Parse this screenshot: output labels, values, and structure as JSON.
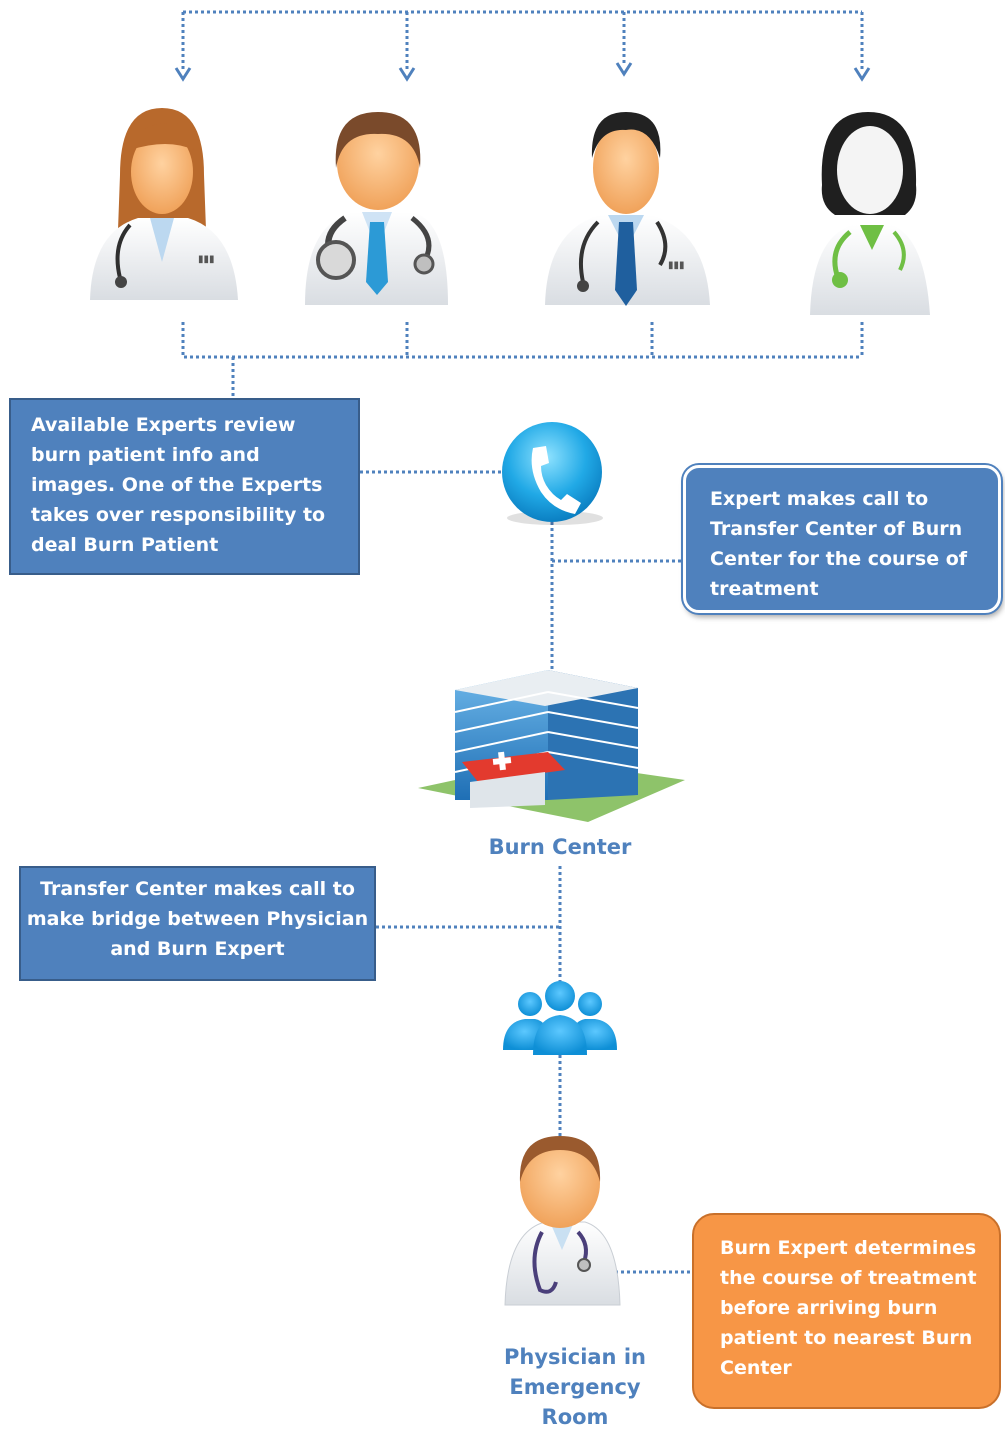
{
  "boxes": {
    "review": "Available Experts review burn patient info and images. One of the Experts takes over responsibility to deal Burn Patient",
    "call": "Expert makes call to Transfer Center of Burn Center for the course of treatment",
    "bridge": "Transfer Center makes call to make bridge between Physician and Burn Expert",
    "treatment": "Burn Expert determines the course of treatment before arriving burn patient to nearest Burn Center"
  },
  "labels": {
    "burn_center": "Burn Center",
    "physician": "Physician in Emergency Room"
  },
  "icons": [
    "female-doctor-icon",
    "male-doctor-stethoscope-icon",
    "male-doctor-tie-icon",
    "female-doctor-green-icon",
    "phone-icon",
    "hospital-building-icon",
    "group-icon",
    "physician-icon"
  ],
  "colors": {
    "box_blue": "#4f81bd",
    "box_orange": "#f79646",
    "connector": "#4f81bd",
    "label": "#4f81bd"
  }
}
